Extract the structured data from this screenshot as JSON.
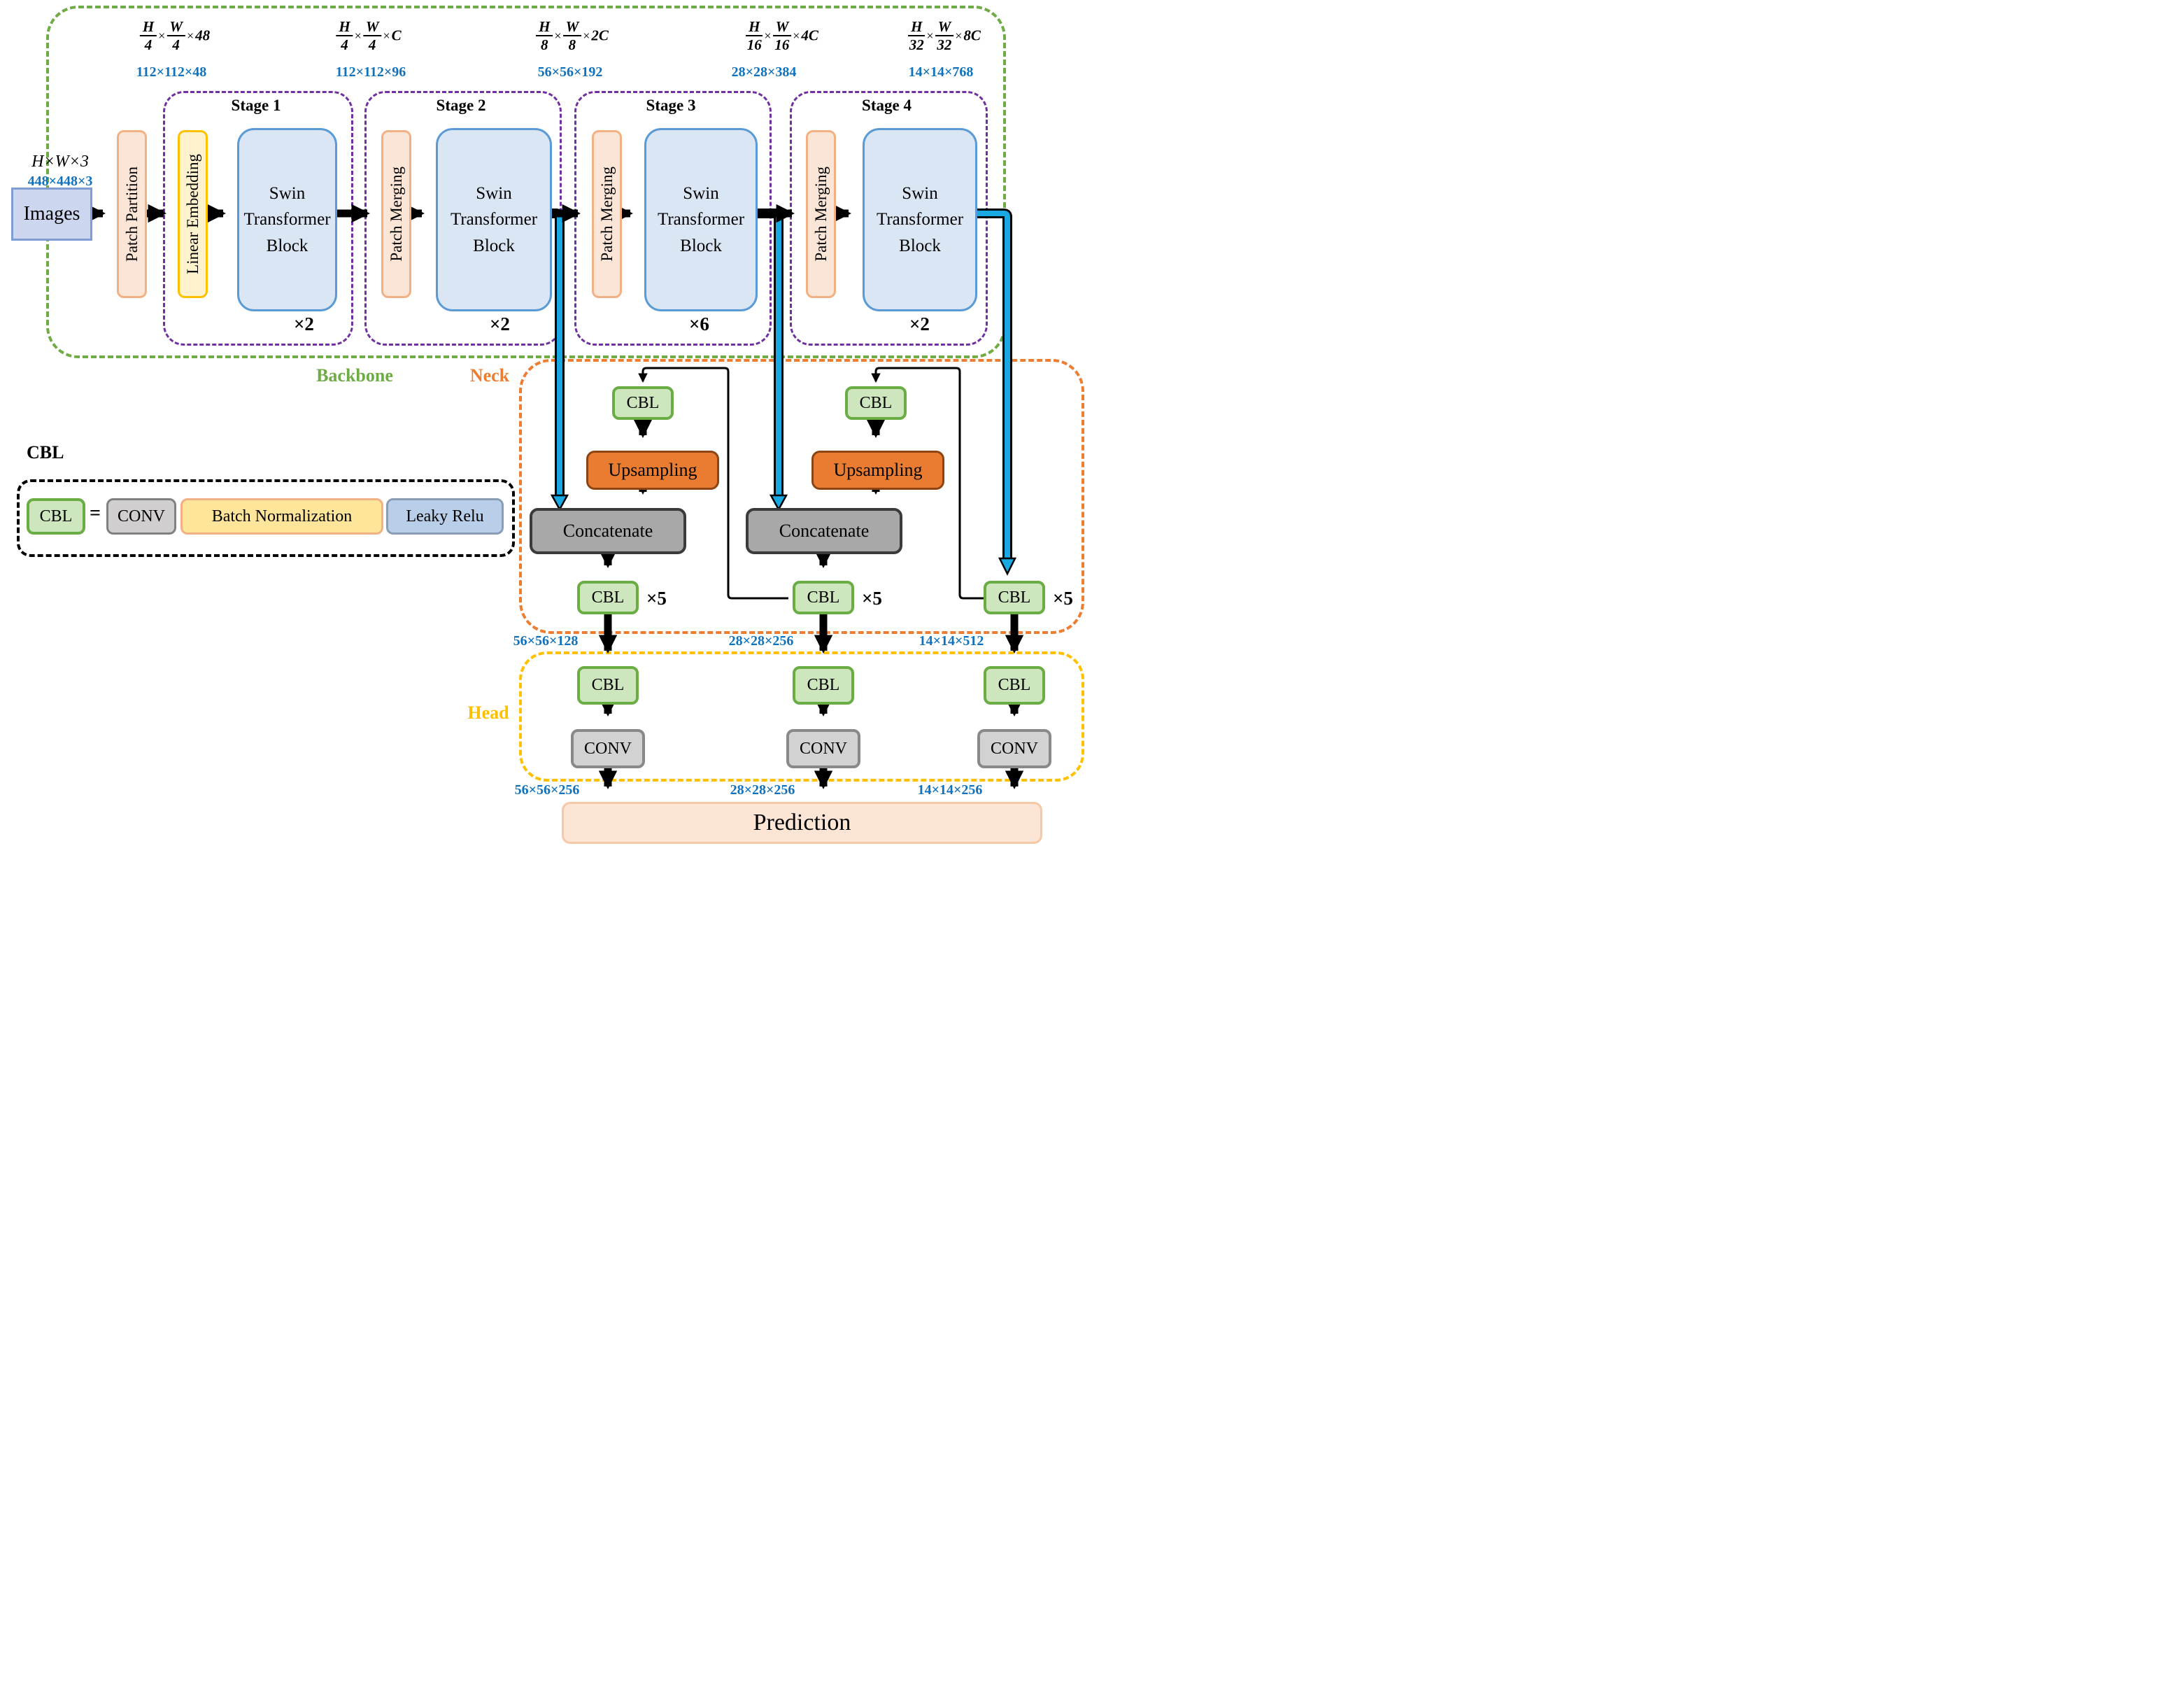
{
  "sections": {
    "backbone_label": "Backbone",
    "neck_label": "Neck",
    "head_label": "Head"
  },
  "input": {
    "formula": "H×W×3",
    "dims": "448×448×3",
    "box_label": "Images"
  },
  "backbone": {
    "patch_partition": "Patch Partition",
    "top_formulas": [
      {
        "n1": "H",
        "d1": "4",
        "n2": "W",
        "d2": "4",
        "tail": "48",
        "dims": "112×112×48"
      },
      {
        "n1": "H",
        "d1": "4",
        "n2": "W",
        "d2": "4",
        "tail": "C",
        "dims": "112×112×96"
      },
      {
        "n1": "H",
        "d1": "8",
        "n2": "W",
        "d2": "8",
        "tail": "2C",
        "dims": "56×56×192"
      },
      {
        "n1": "H",
        "d1": "16",
        "n2": "W",
        "d2": "16",
        "tail": "4C",
        "dims": "28×28×384"
      },
      {
        "n1": "H",
        "d1": "32",
        "n2": "W",
        "d2": "32",
        "tail": "8C",
        "dims": "14×14×768"
      }
    ],
    "stages": [
      {
        "name": "Stage 1",
        "pre": "Linear Embedding",
        "block": "Swin Transformer Block",
        "repeat": "×2"
      },
      {
        "name": "Stage 2",
        "pre": "Patch Merging",
        "block": "Swin Transformer Block",
        "repeat": "×2"
      },
      {
        "name": "Stage 3",
        "pre": "Patch Merging",
        "block": "Swin Transformer Block",
        "repeat": "×6"
      },
      {
        "name": "Stage 4",
        "pre": "Patch Merging",
        "block": "Swin Transformer Block",
        "repeat": "×2"
      }
    ]
  },
  "neck": {
    "cbl": "CBL",
    "upsampling": "Upsampling",
    "concatenate": "Concatenate",
    "x5": "×5",
    "out_dims": [
      "56×56×128",
      "28×28×256",
      "14×14×512"
    ]
  },
  "head": {
    "cbl": "CBL",
    "conv": "CONV",
    "out_dims": [
      "56×56×256",
      "28×28×256",
      "14×14×256"
    ]
  },
  "prediction": "Prediction",
  "legend": {
    "title": "CBL",
    "cbl": "CBL",
    "equals": "=",
    "conv": "CONV",
    "batch_norm": "Batch Normalization",
    "leaky_relu": "Leaky Relu"
  },
  "colors": {
    "backbone_green": "#6fac46",
    "stage_purple": "#7030a0",
    "neck_orange": "#ed7d31",
    "head_gold": "#ffc000",
    "dims_blue": "#1072bd",
    "cyan_connector": "#18a8e2",
    "swin_fill": "#dbe6f4",
    "cbl_fill": "#cde6bd",
    "upsampling_fill": "#e97c30",
    "concatenate_fill": "#a8a8a8",
    "conv_fill": "#d2d2d2",
    "prediction_fill": "#fce5d5"
  }
}
